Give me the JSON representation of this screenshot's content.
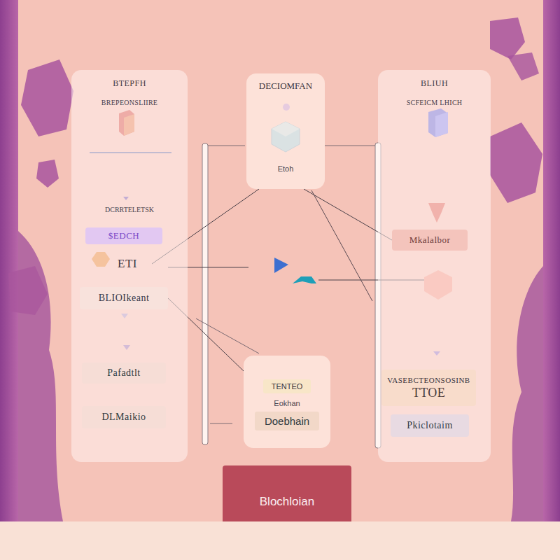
{
  "diagram": {
    "nodes": [
      {
        "text": [
          "BTEPFH",
          "BREPEONSLIIRE",
          "DCRRTELETSK"
        ]
      },
      {
        "text": [
          "$EDCH"
        ],
        "in": 0
      },
      {
        "text": [
          "ETI"
        ],
        "in": 0
      },
      {
        "text": [
          "BLIOIkeant"
        ],
        "in": 0
      },
      {
        "text": [
          "Pafadtlt"
        ],
        "in": 0
      },
      {
        "text": [
          "DLMaikio"
        ],
        "in": 0
      },
      {
        "text": [
          "DECIOMFAN",
          "Etoh"
        ]
      },
      {
        "text": [
          "BLIUH",
          "SCFEICM LHICH"
        ]
      },
      {
        "text": [
          "Mkalalbor"
        ],
        "in": 7
      },
      {
        "text": [
          "VASEBCTEONSOSINB",
          "TTOE"
        ],
        "in": 7
      },
      {
        "text": [
          "Pkiclotaim"
        ],
        "in": 7
      },
      {
        "text": [
          "TENTEO",
          "Eokhan",
          "Doebhain"
        ]
      },
      {
        "text": [
          "Blochloian"
        ]
      }
    ],
    "edges": [
      {
        "from": 2,
        "to": 6,
        "arrow": "none"
      },
      {
        "from": 6,
        "to": 8,
        "arrow": "none"
      },
      {
        "from": 3,
        "to": 11,
        "arrow": "none"
      }
    ]
  }
}
